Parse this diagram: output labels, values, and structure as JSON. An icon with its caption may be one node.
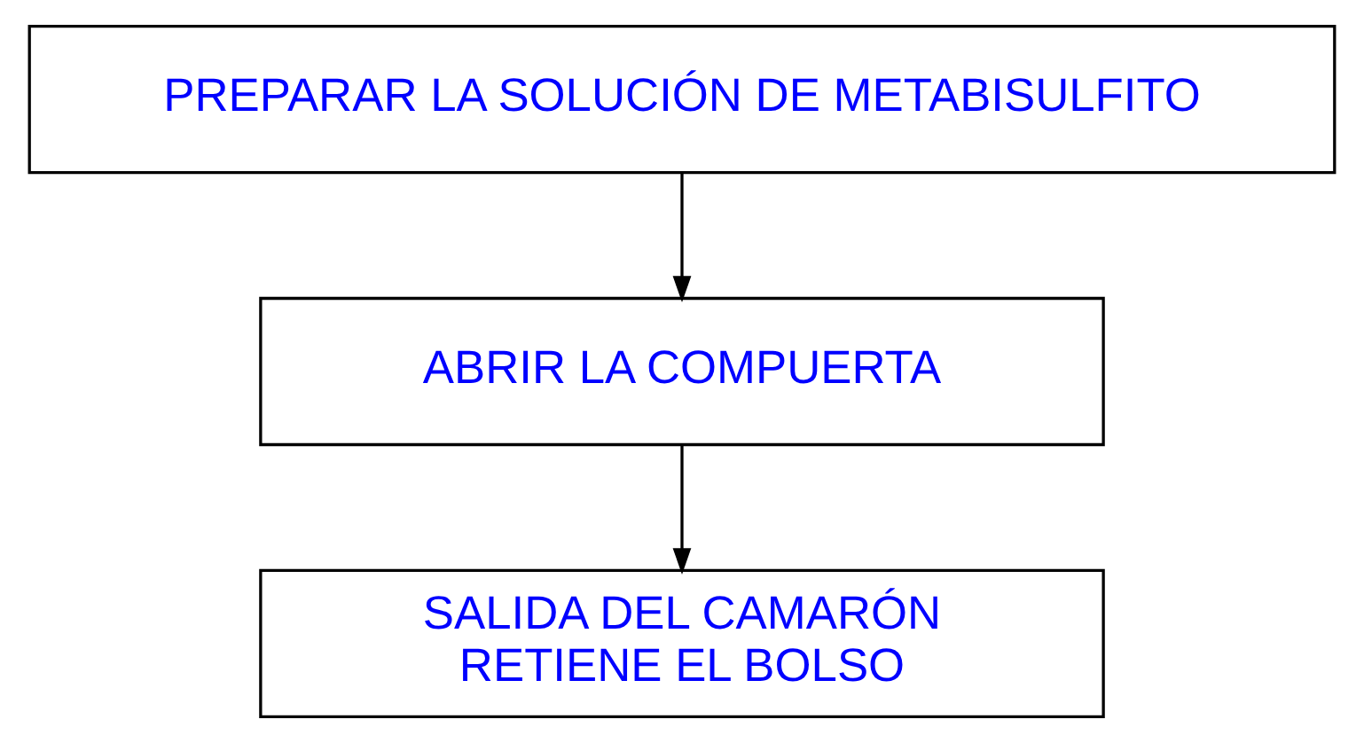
{
  "diagram": {
    "nodes": [
      {
        "text": [
          "PREPARAR LA SOLUCIÓN DE METABISULFITO"
        ]
      },
      {
        "text": [
          "ABRIR LA COMPUERTA"
        ]
      },
      {
        "text": [
          "SALIDA DEL CAMARÓN RETIENE EL BOLSO"
        ]
      }
    ],
    "edges": [
      {
        "from": 0,
        "to": 1,
        "arrow": "to"
      },
      {
        "from": 1,
        "to": 2,
        "arrow": "to"
      }
    ]
  }
}
